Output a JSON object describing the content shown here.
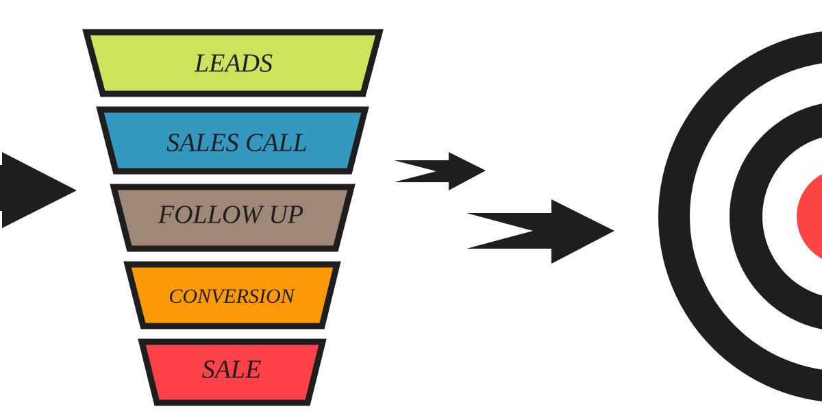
{
  "funnel": {
    "stages": [
      {
        "label": "LEADS",
        "color": "#cde35e"
      },
      {
        "label": "SALES CALL",
        "color": "#3599bf"
      },
      {
        "label": "FOLLOW UP",
        "color": "#a08879"
      },
      {
        "label": "CONVERSION",
        "color": "#fb9a06"
      },
      {
        "label": "SALE",
        "color": "#fc4148"
      }
    ],
    "outline_color": "#1e1e1e"
  },
  "arrows": {
    "color": "#1e1e1e"
  },
  "target": {
    "ring_color": "#1e1e1e",
    "gap_color": "#ffffff",
    "bullseye_color": "#fb4545"
  }
}
